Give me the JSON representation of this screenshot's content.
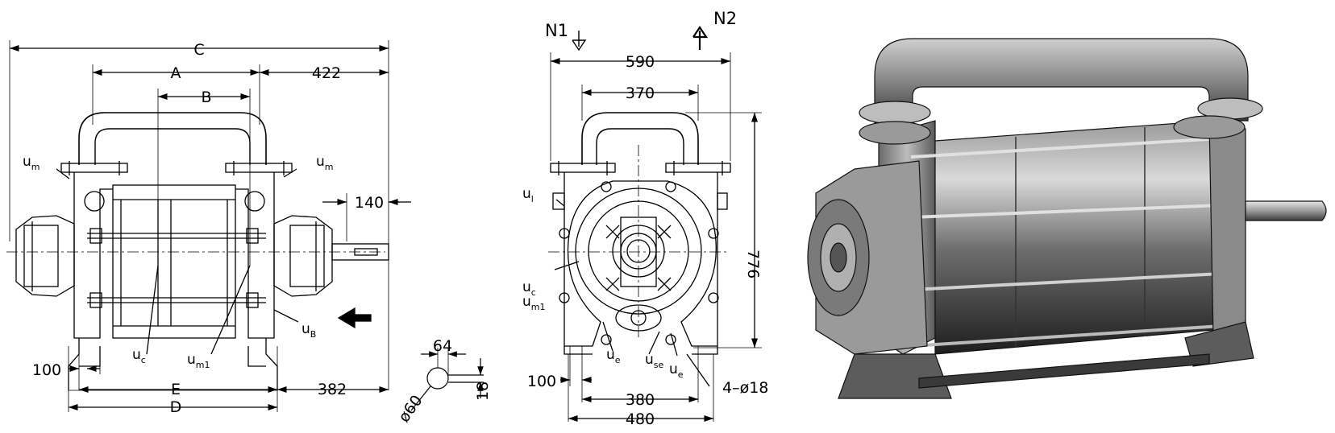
{
  "side_view": {
    "dims": {
      "C": "C",
      "A": "A",
      "B": "B",
      "d422": "422",
      "d140": "140",
      "d100": "100",
      "E": "E",
      "D": "D",
      "d382": "382"
    },
    "labels": {
      "um_left": "u",
      "um_left_sub": "m",
      "um_right": "u",
      "um_right_sub": "m",
      "uc": "u",
      "uc_sub": "c",
      "um1": "u",
      "um1_sub": "m1",
      "uB": "u",
      "uB_sub": "B"
    }
  },
  "keyway": {
    "d64": "64",
    "d18": "18",
    "phi60": "ø60"
  },
  "front_view": {
    "flow": {
      "N1": "N1",
      "N2": "N2"
    },
    "dims": {
      "d590": "590",
      "d370": "370",
      "d776": "776",
      "d100": "100",
      "d380": "380",
      "d480": "480",
      "holes": "4–ø18"
    },
    "labels": {
      "ul": "u",
      "ul_sub": "l",
      "uc": "u",
      "uc_sub": "c",
      "um1": "u",
      "um1_sub": "m1",
      "ue_left": "u",
      "ue_left_sub": "e",
      "use": "u",
      "use_sub": "se",
      "ue_right": "u",
      "ue_right_sub": "e"
    }
  },
  "photo": {
    "subject": "liquid ring vacuum pump"
  }
}
